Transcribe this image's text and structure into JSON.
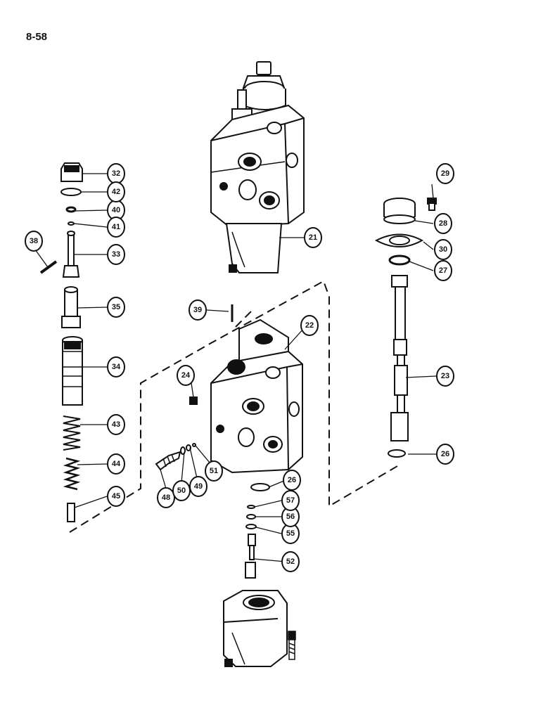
{
  "page_number": "8-58",
  "callouts": [
    {
      "id": "c21",
      "label": "21"
    },
    {
      "id": "c22",
      "label": "22"
    },
    {
      "id": "c23",
      "label": "23"
    },
    {
      "id": "c24",
      "label": "24"
    },
    {
      "id": "c26a",
      "label": "26"
    },
    {
      "id": "c26b",
      "label": "26"
    },
    {
      "id": "c27",
      "label": "27"
    },
    {
      "id": "c28",
      "label": "28"
    },
    {
      "id": "c29",
      "label": "29"
    },
    {
      "id": "c30",
      "label": "30"
    },
    {
      "id": "c32",
      "label": "32"
    },
    {
      "id": "c33",
      "label": "33"
    },
    {
      "id": "c34",
      "label": "34"
    },
    {
      "id": "c35",
      "label": "35"
    },
    {
      "id": "c38",
      "label": "38"
    },
    {
      "id": "c39",
      "label": "39"
    },
    {
      "id": "c40",
      "label": "40"
    },
    {
      "id": "c41",
      "label": "41"
    },
    {
      "id": "c42",
      "label": "42"
    },
    {
      "id": "c43",
      "label": "43"
    },
    {
      "id": "c44",
      "label": "44"
    },
    {
      "id": "c45",
      "label": "45"
    },
    {
      "id": "c48",
      "label": "48"
    },
    {
      "id": "c49",
      "label": "49"
    },
    {
      "id": "c50",
      "label": "50"
    },
    {
      "id": "c51",
      "label": "51"
    },
    {
      "id": "c52",
      "label": "52"
    },
    {
      "id": "c55",
      "label": "55"
    },
    {
      "id": "c56",
      "label": "56"
    },
    {
      "id": "c57",
      "label": "57"
    }
  ]
}
